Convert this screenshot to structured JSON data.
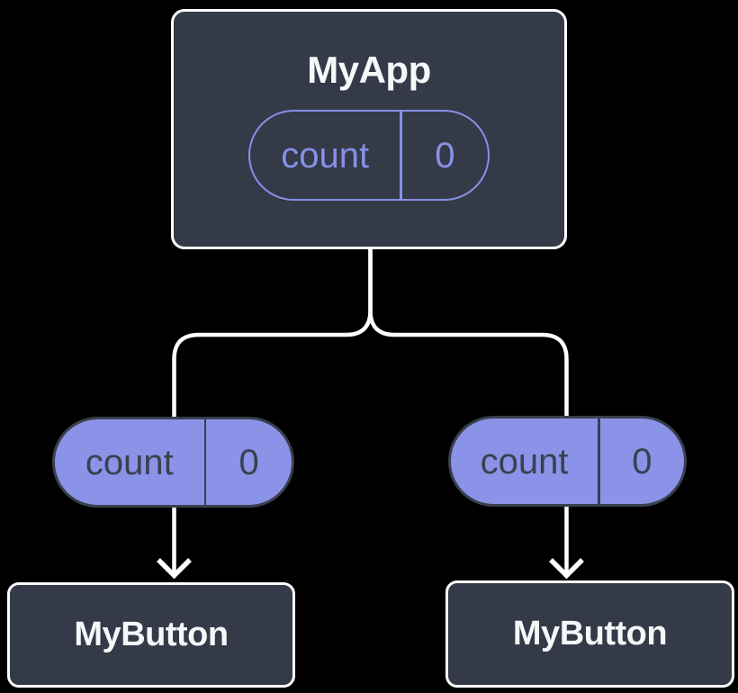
{
  "diagram": {
    "description": "Component tree with shared state lifted to parent",
    "colors": {
      "background": "#000000",
      "node_fill": "#343A47",
      "node_border": "#FFFFFF",
      "node_text": "#F6F7F9",
      "pill_fill": "#8A93E8",
      "pill_outline_stroke": "#8690E8",
      "pill_dark_text": "#3A414F",
      "connector": "#FFFFFF"
    },
    "root": {
      "title": "MyApp",
      "state_pill": {
        "label": "count",
        "value": "0"
      }
    },
    "children": [
      {
        "state_pill": {
          "label": "count",
          "value": "0"
        },
        "title": "MyButton"
      },
      {
        "state_pill": {
          "label": "count",
          "value": "0"
        },
        "title": "MyButton"
      }
    ]
  }
}
